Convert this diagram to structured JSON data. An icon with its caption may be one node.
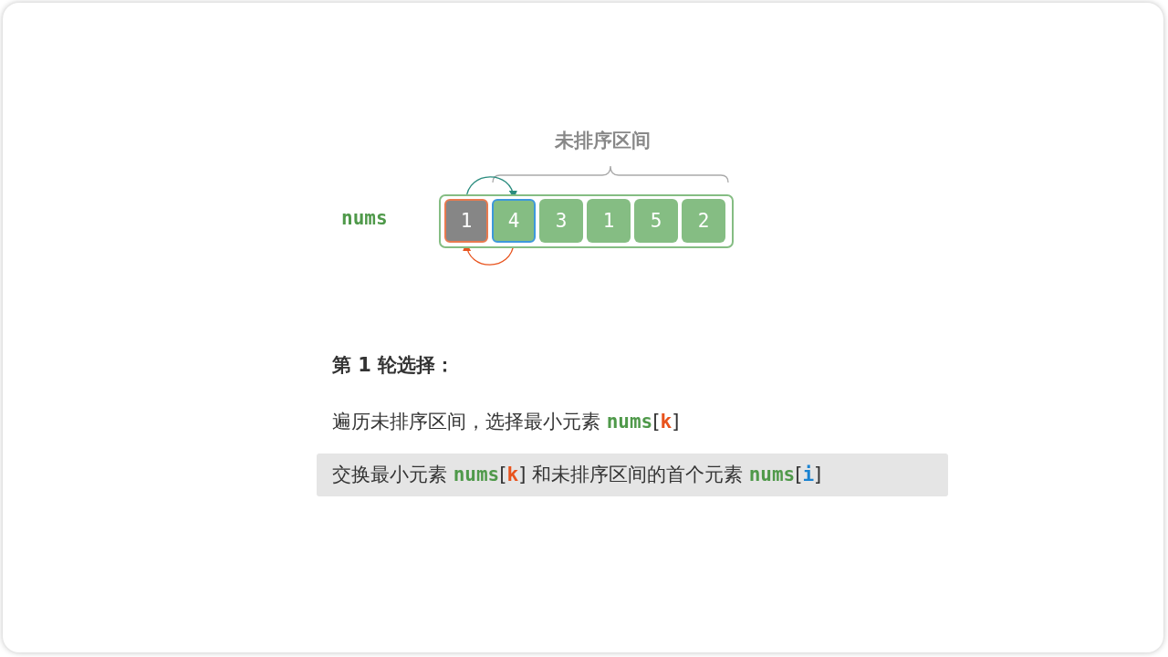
{
  "diagram": {
    "nodes": [
      {
        "text": [],
        "shape": "box",
        "beside": [
          "nums"
        ]
      },
      {
        "text": [
          "1"
        ],
        "in": 0
      },
      {
        "text": [
          "4"
        ],
        "in": 0
      },
      {
        "text": [
          "3"
        ],
        "in": 0
      },
      {
        "text": [
          "1"
        ],
        "in": 0
      },
      {
        "text": [
          "5"
        ],
        "in": 0
      },
      {
        "text": [
          "2"
        ],
        "in": 0
      }
    ],
    "edges": [
      {
        "from": 1,
        "to": 2,
        "arrow": "to",
        "color": "#2a8c7e"
      },
      {
        "from": 2,
        "to": 1,
        "arrow": "to",
        "color": "#e8531d"
      }
    ],
    "labels": [
      "未排序区间",
      "第 1 轮选择：",
      "遍历未排序区间，选择最小元素 **nums**[*k*]",
      "交换最小元素 **nums**[*k*] 和未排序区间的首个元素 **nums**[*i*]"
    ]
  }
}
